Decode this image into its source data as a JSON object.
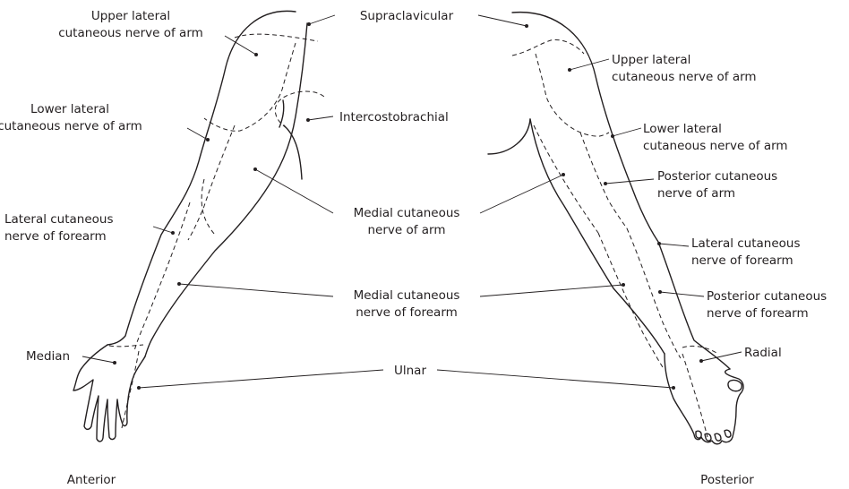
{
  "views": {
    "anterior": "Anterior",
    "posterior": "Posterior"
  },
  "labels": {
    "supraclavicular": "Supraclavicular",
    "upper_lateral_left": [
      "Upper lateral",
      "cutaneous nerve of arm"
    ],
    "lower_lateral_left": [
      "Lower lateral",
      "cutaneous nerve of arm"
    ],
    "intercostobrachial": "Intercostobrachial",
    "lateral_forearm_left": [
      "Lateral cutaneous",
      "nerve of forearm"
    ],
    "medial_arm": [
      "Medial cutaneous",
      "nerve of arm"
    ],
    "medial_forearm": [
      "Medial cutaneous",
      "nerve of forearm"
    ],
    "median": "Median",
    "ulnar": "Ulnar",
    "upper_lateral_right": [
      "Upper lateral",
      "cutaneous nerve of arm"
    ],
    "lower_lateral_right": [
      "Lower lateral",
      "cutaneous nerve of arm"
    ],
    "posterior_arm": [
      "Posterior cutaneous",
      "nerve of arm"
    ],
    "lateral_forearm_right": [
      "Lateral cutaneous",
      "nerve of forearm"
    ],
    "posterior_forearm": [
      "Posterior cutaneous",
      "nerve of forearm"
    ],
    "radial": "Radial"
  },
  "colors": {
    "ink": "#231f20",
    "background": "#ffffff"
  }
}
